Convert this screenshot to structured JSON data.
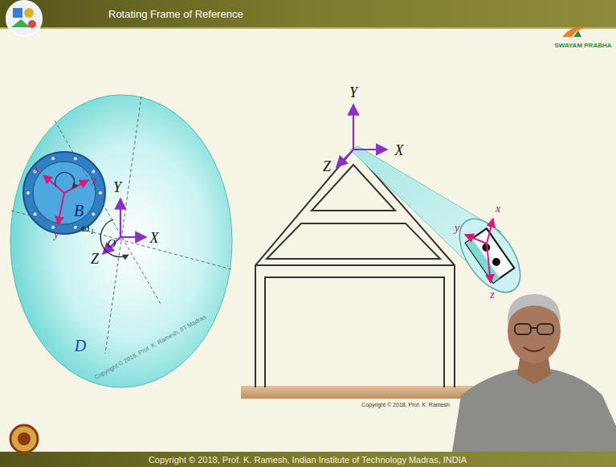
{
  "diagram": {
    "title": "Rotating Frame of Reference",
    "nodes": [
      {
        "text": [
          "D"
        ]
      },
      {
        "text": [
          "B"
        ],
        "in": 0
      }
    ],
    "labels": [
      "Y",
      "X",
      "Z",
      "O",
      "ω₁",
      "x",
      "y",
      "z",
      "Copyright © 2018, Prof. K. Ramesh, IIT Madras",
      "Y",
      "X",
      "Z",
      "y",
      "x",
      "z",
      "Copyright © 2018, Prof. K. Ramesh",
      "Copyright © 2018, Prof. K. Ramesh, Indian Institute of Technology Madras, INDIA",
      "SWAYAM PRABHA"
    ]
  }
}
